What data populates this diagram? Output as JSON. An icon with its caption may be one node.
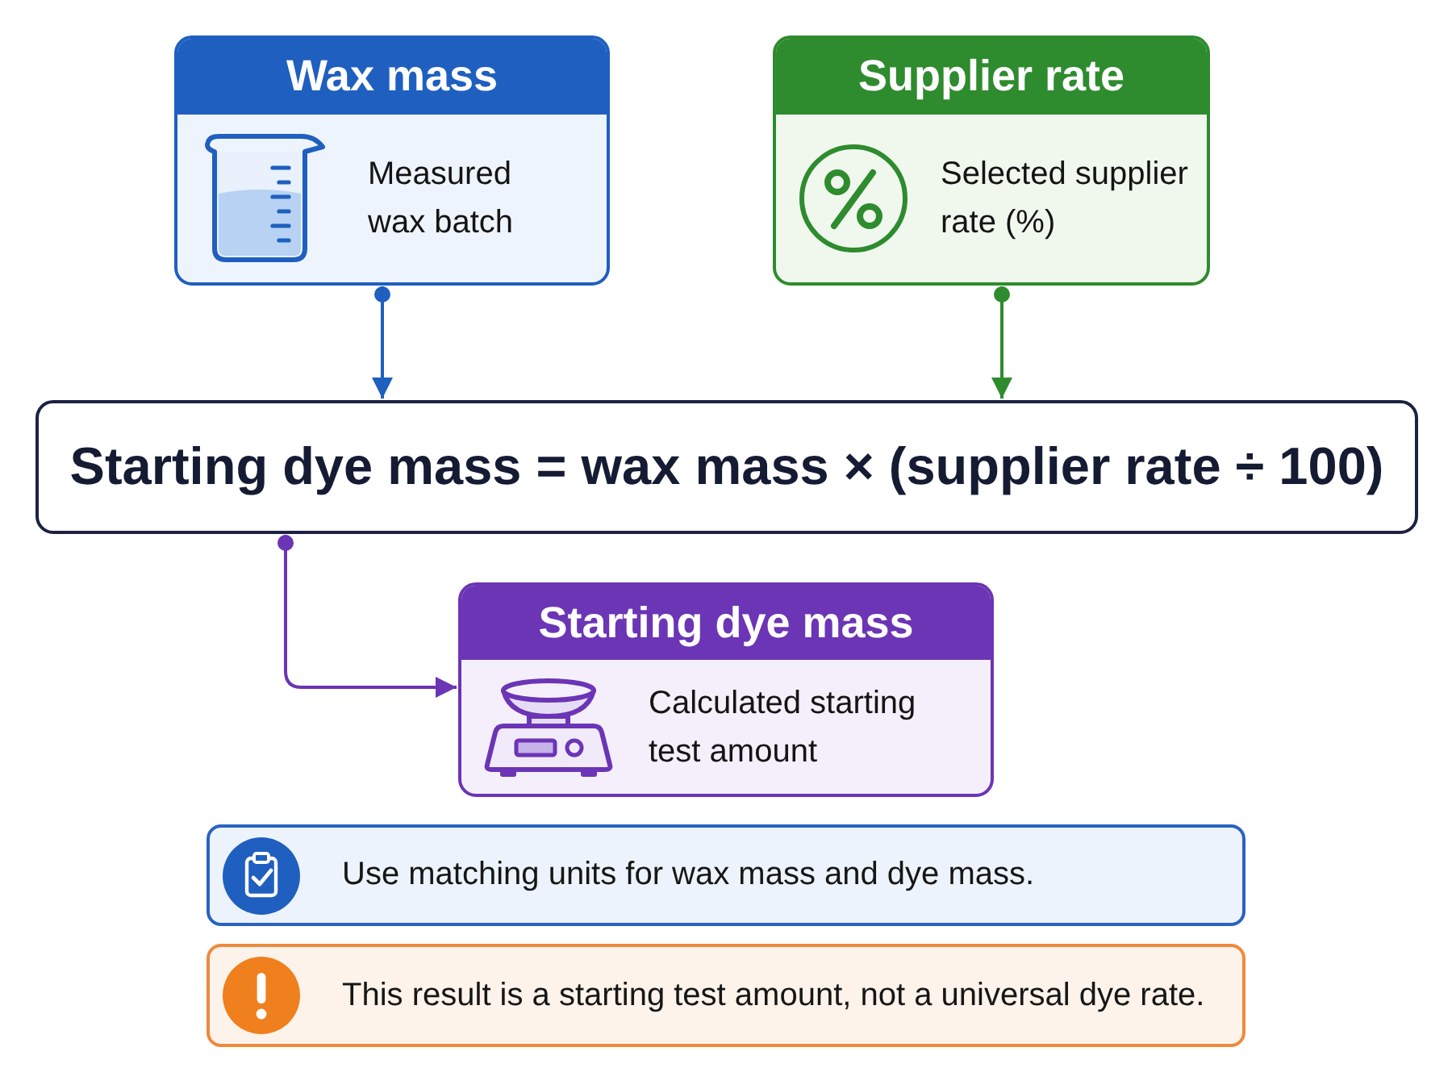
{
  "diagram": {
    "nodes": [
      {
        "text": [
          "Wax mass",
          "Measured wax batch"
        ]
      },
      {
        "text": [
          "Supplier rate",
          "Selected supplier rate (%)"
        ]
      },
      {
        "text": [
          "Starting dye mass = wax mass × (supplier rate ÷ 100)"
        ]
      },
      {
        "text": [
          "Starting dye mass",
          "Calculated starting test amount"
        ]
      },
      {
        "text": [
          "Use matching units for wax mass and dye mass."
        ]
      },
      {
        "text": [
          "This result is a starting test amount, not a universal dye rate."
        ]
      }
    ],
    "edges": [
      {
        "from": 0,
        "to": 2,
        "arrow": "to",
        "color": "#1f5fbf"
      },
      {
        "from": 1,
        "to": 2,
        "arrow": "to",
        "color": "#2e8b2e"
      },
      {
        "from": 2,
        "to": 3,
        "arrow": "to",
        "color": "#6b35b5"
      }
    ]
  }
}
